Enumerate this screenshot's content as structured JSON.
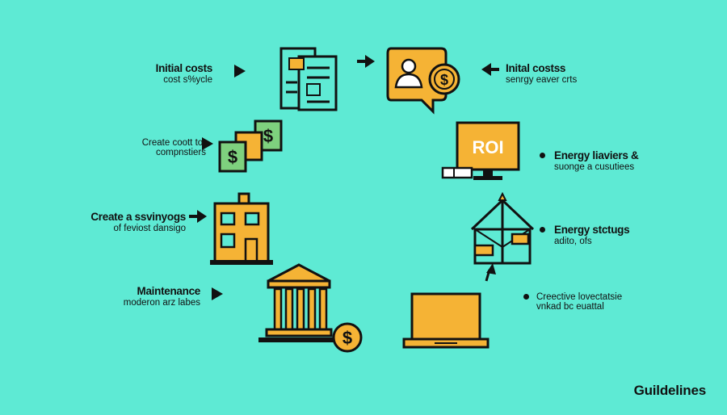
{
  "diagram": {
    "left": [
      {
        "title": "Initial costs",
        "sub": "cost s%ycle"
      },
      {
        "title": "",
        "sub": "Create coott tor\ncompnstiers"
      },
      {
        "title": "Create a ssvinyogs",
        "sub": "of feviost dansigo"
      },
      {
        "title": "Maintenance",
        "sub": "moderon arz labes"
      }
    ],
    "right": [
      {
        "title": "Inital costss",
        "sub": "senrgy eaver crts"
      },
      {
        "title": "Energy liaviers &",
        "sub": "suonge a cusutiees"
      },
      {
        "title": "Energy stctugs",
        "sub": "adito, ofs"
      },
      {
        "title": "",
        "sub": "Creective lovectatsie\nvnkad bc euattal"
      }
    ],
    "icons": {
      "documents": "documents-icon",
      "money": "money-bills-icon",
      "house": "house-icon",
      "bank": "bank-icon",
      "chat": "chat-money-icon",
      "roi": "roi-monitor-icon",
      "roof": "roof-structure-icon",
      "laptop": "laptop-icon"
    },
    "roi_text": "ROI"
  },
  "brand": "Guildelines",
  "colors": {
    "background": "#5EEAD4",
    "accent": "#F5B335",
    "green": "#7ED17E",
    "ink": "#111111"
  }
}
